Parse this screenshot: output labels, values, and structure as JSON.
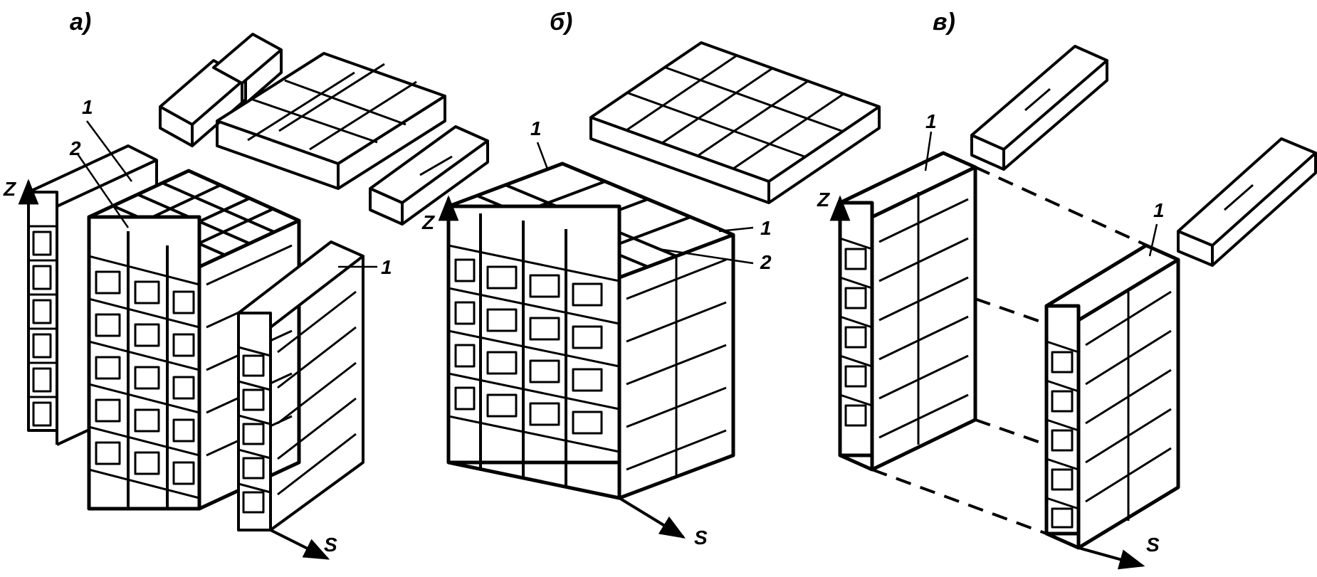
{
  "panels": [
    {
      "label": "а)",
      "markers": [
        "1",
        "2",
        "1"
      ],
      "axes": {
        "vertical": "Z",
        "horizontal": "S"
      }
    },
    {
      "label": "б)",
      "markers": [
        "1",
        "1",
        "2"
      ],
      "axes": {
        "vertical": "Z",
        "horizontal": "S"
      }
    },
    {
      "label": "в)",
      "markers": [
        "1",
        "1"
      ],
      "axes": {
        "vertical": "Z",
        "horizontal": "S"
      }
    }
  ],
  "colors": {
    "ink": "#000000",
    "paper": "#ffffff"
  }
}
